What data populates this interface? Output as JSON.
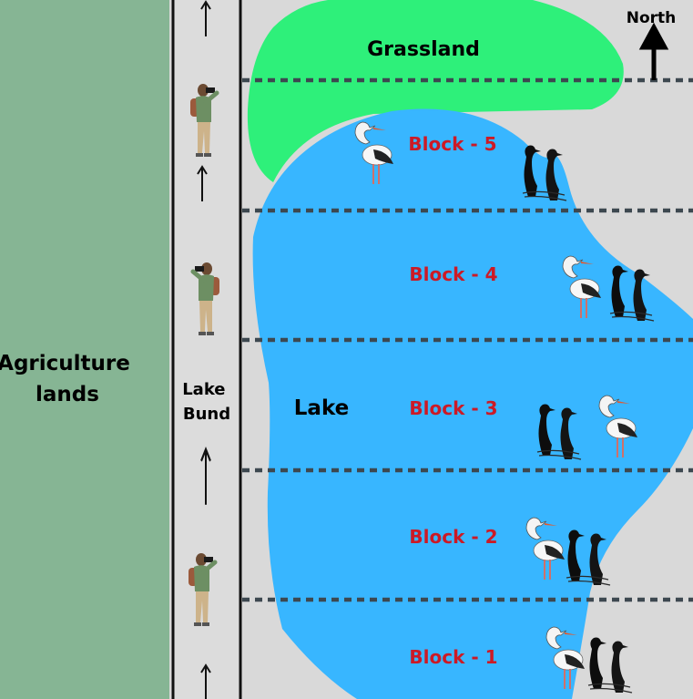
{
  "labels": {
    "agriculture": [
      "Agriculture",
      "lands"
    ],
    "bund": [
      "Lake",
      "Bund"
    ],
    "lake": "Lake",
    "grassland": "Grassland",
    "north": "North"
  },
  "blocks": [
    {
      "label": "Block - 5"
    },
    {
      "label": "Block - 4"
    },
    {
      "label": "Block - 3"
    },
    {
      "label": "Block - 2"
    },
    {
      "label": "Block - 1"
    }
  ],
  "colors": {
    "agriculture": "#86b594",
    "background": "#d9d9d9",
    "bund": "#dcdcdc",
    "lake": "#38b6ff",
    "grassland": "#2ef07a",
    "block_label": "#cc1a26",
    "divider": "#3d4850",
    "text": "#000000"
  },
  "icons": {
    "birdwatcher": "birdwatcher-icon",
    "stork": "stork-icon",
    "cormorant": "cormorant-icon",
    "north_arrow": "north-arrow-icon",
    "direction_arrow": "up-arrow-icon"
  }
}
